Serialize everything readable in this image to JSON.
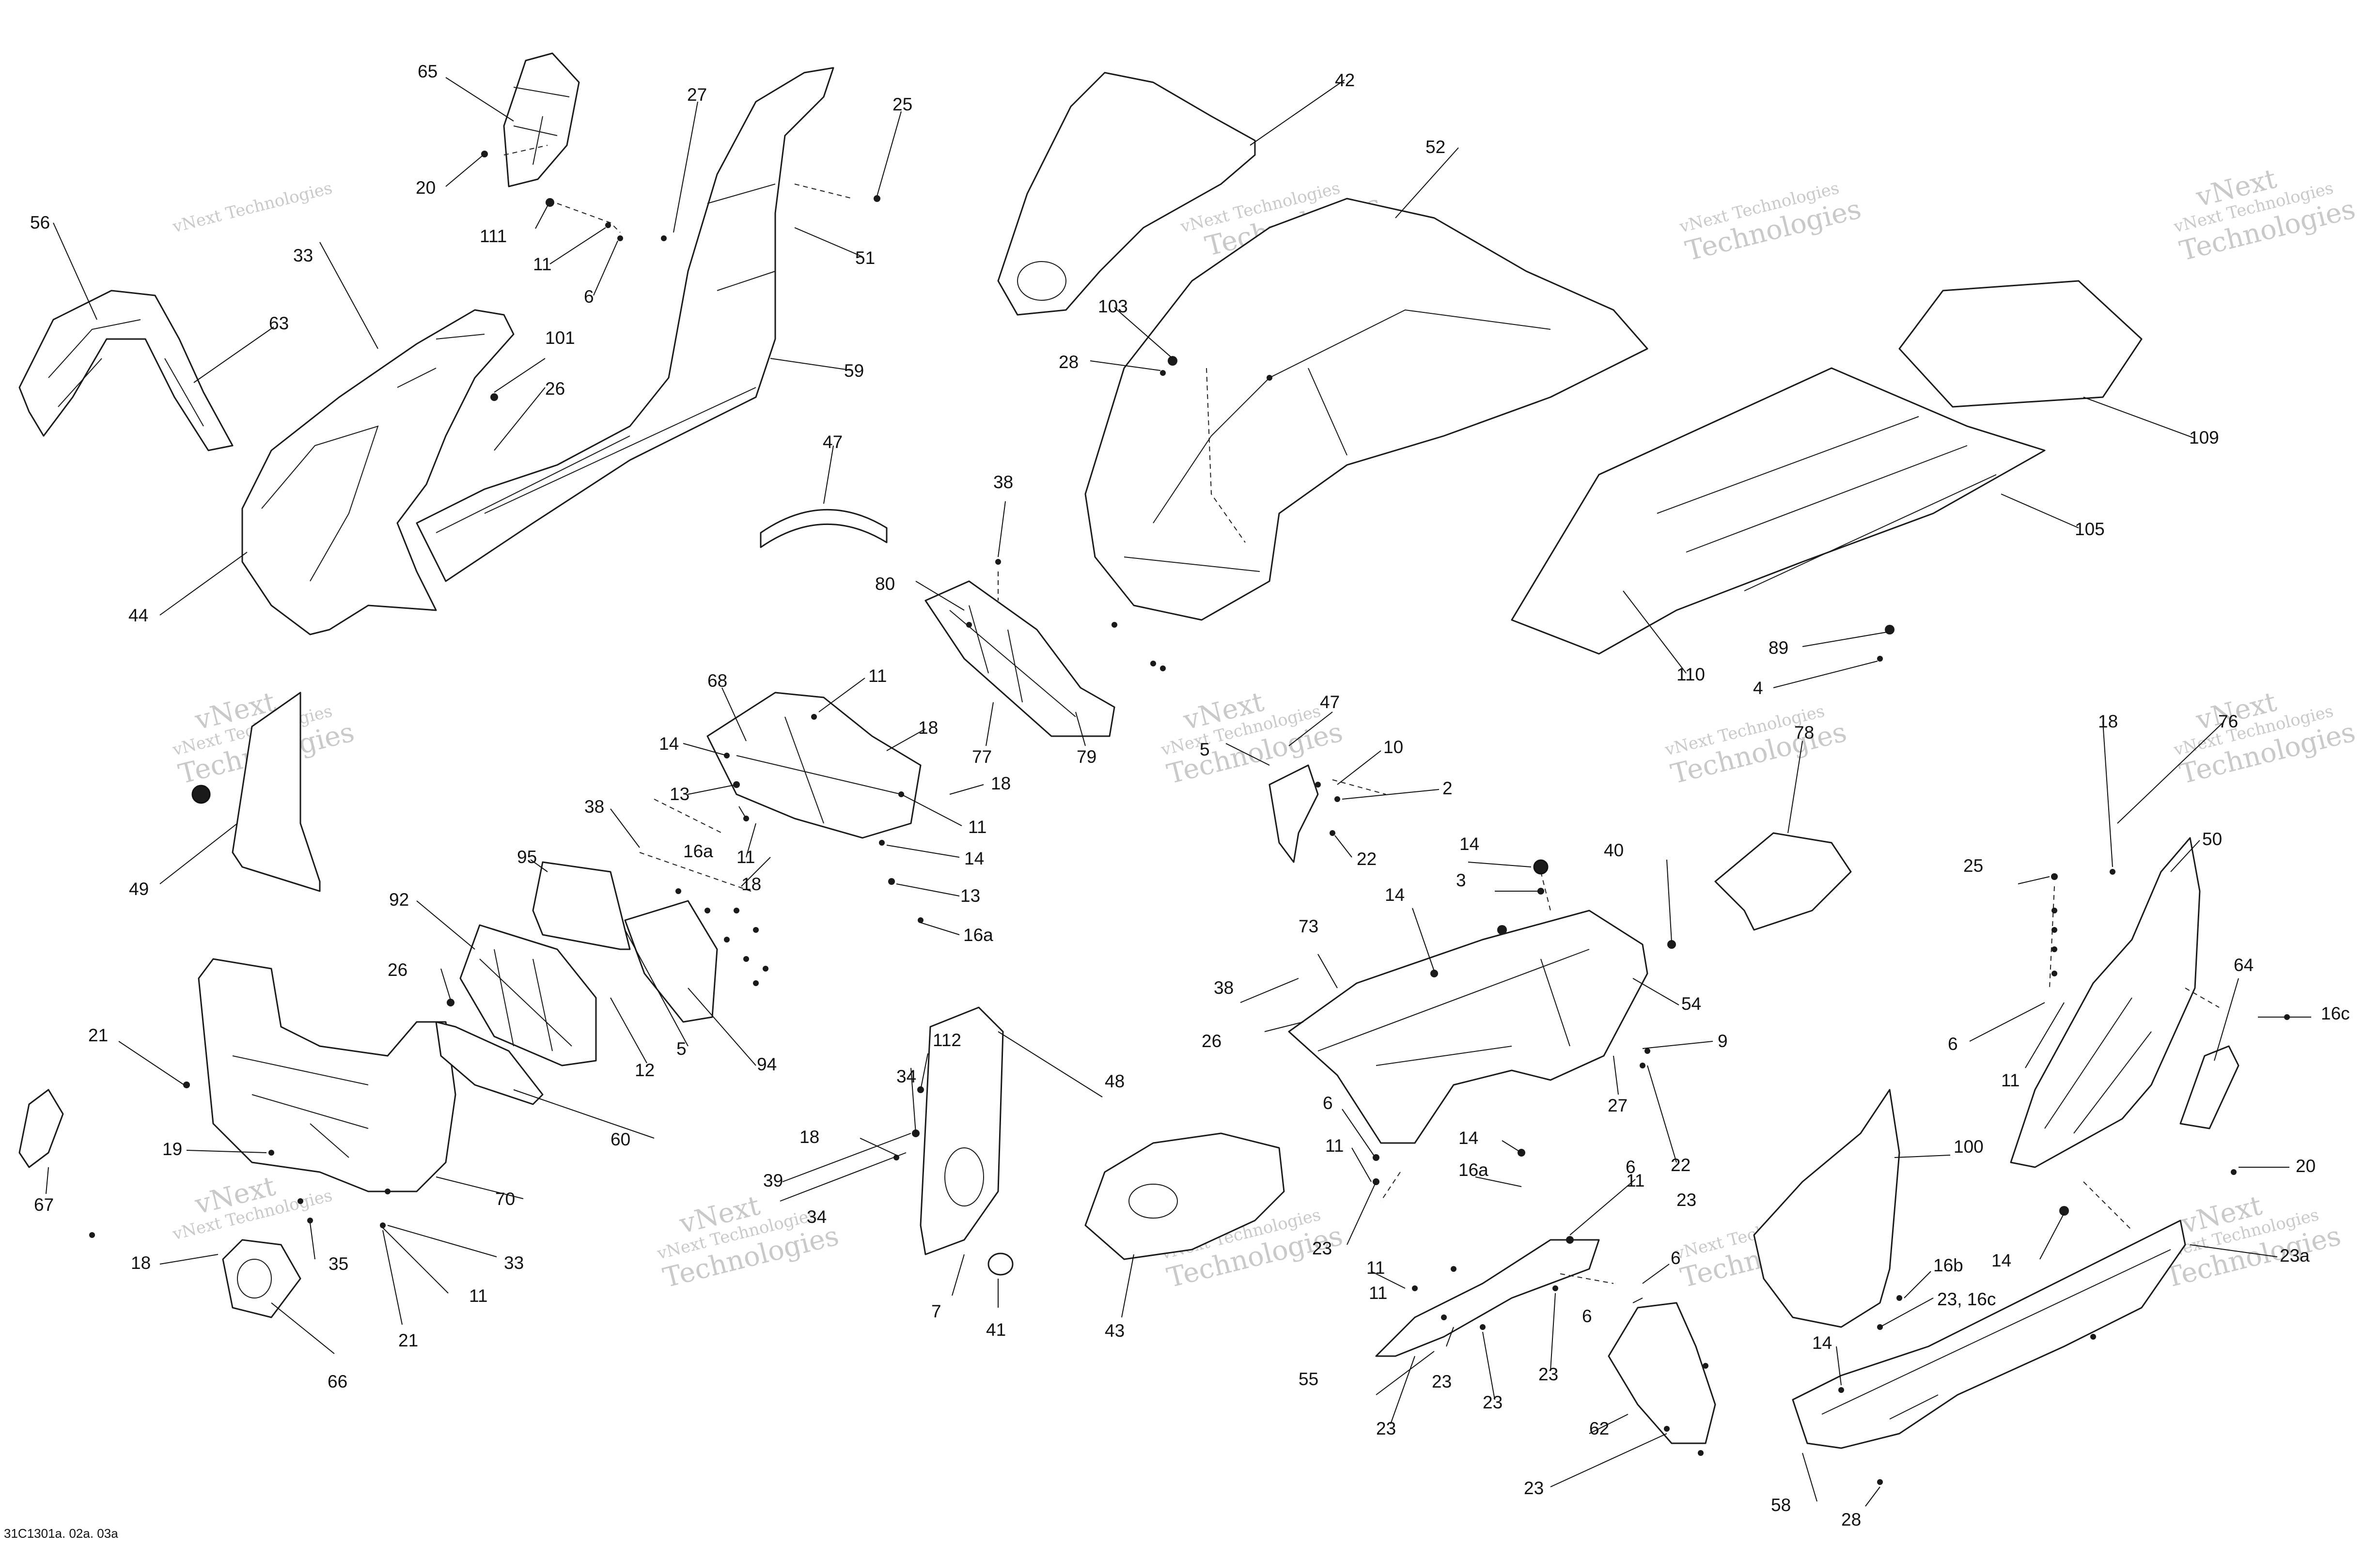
{
  "diagram_code": "31C1301a. 02a. 03a",
  "watermark": {
    "line1": "vNext Technologies",
    "line2": "vNext",
    "line3": "Technologies"
  },
  "callouts": [
    {
      "id": "c1",
      "text": "65"
    },
    {
      "id": "c2",
      "text": "27"
    },
    {
      "id": "c3",
      "text": "25"
    },
    {
      "id": "c4",
      "text": "20"
    },
    {
      "id": "c5",
      "text": "111"
    },
    {
      "id": "c6",
      "text": "11"
    },
    {
      "id": "c7",
      "text": "6"
    },
    {
      "id": "c8",
      "text": "56"
    },
    {
      "id": "c9",
      "text": "33"
    },
    {
      "id": "c10",
      "text": "51"
    },
    {
      "id": "c11",
      "text": "63"
    },
    {
      "id": "c12",
      "text": "101"
    },
    {
      "id": "c13",
      "text": "26"
    },
    {
      "id": "c14",
      "text": "59"
    },
    {
      "id": "c15",
      "text": "44"
    },
    {
      "id": "c16",
      "text": "47"
    },
    {
      "id": "c17",
      "text": "42"
    },
    {
      "id": "c18",
      "text": "52"
    },
    {
      "id": "c19",
      "text": "103"
    },
    {
      "id": "c20",
      "text": "28"
    },
    {
      "id": "c21",
      "text": "109"
    },
    {
      "id": "c22",
      "text": "105"
    },
    {
      "id": "c23",
      "text": "89"
    },
    {
      "id": "c24",
      "text": "4"
    },
    {
      "id": "c25",
      "text": "110"
    },
    {
      "id": "c26",
      "text": "38"
    },
    {
      "id": "c27",
      "text": "80"
    },
    {
      "id": "c28",
      "text": "77"
    },
    {
      "id": "c29",
      "text": "79"
    },
    {
      "id": "c30",
      "text": "68"
    },
    {
      "id": "c31",
      "text": "11"
    },
    {
      "id": "c32",
      "text": "14"
    },
    {
      "id": "c33",
      "text": "18"
    },
    {
      "id": "c34",
      "text": "13"
    },
    {
      "id": "c35",
      "text": "18"
    },
    {
      "id": "c36",
      "text": "11"
    },
    {
      "id": "c37",
      "text": "16a"
    },
    {
      "id": "c38",
      "text": "11"
    },
    {
      "id": "c39",
      "text": "14"
    },
    {
      "id": "c40",
      "text": "18"
    },
    {
      "id": "c41",
      "text": "13"
    },
    {
      "id": "c42",
      "text": "16a"
    },
    {
      "id": "c43",
      "text": "47"
    },
    {
      "id": "c44",
      "text": "5"
    },
    {
      "id": "c45",
      "text": "10"
    },
    {
      "id": "c46",
      "text": "2"
    },
    {
      "id": "c47",
      "text": "22"
    },
    {
      "id": "c48",
      "text": "78"
    },
    {
      "id": "c49",
      "text": "18"
    },
    {
      "id": "c50",
      "text": "76"
    },
    {
      "id": "c51",
      "text": "49"
    },
    {
      "id": "c52",
      "text": "38"
    },
    {
      "id": "c53",
      "text": "95"
    },
    {
      "id": "c54",
      "text": "92"
    },
    {
      "id": "c55",
      "text": "26"
    },
    {
      "id": "c56",
      "text": "12"
    },
    {
      "id": "c57",
      "text": "5"
    },
    {
      "id": "c58",
      "text": "94"
    },
    {
      "id": "c59",
      "text": "60"
    },
    {
      "id": "c60",
      "text": "21"
    },
    {
      "id": "c61",
      "text": "19"
    },
    {
      "id": "c62",
      "text": "70"
    },
    {
      "id": "c63",
      "text": "67"
    },
    {
      "id": "c64",
      "text": "18"
    },
    {
      "id": "c65",
      "text": "35"
    },
    {
      "id": "c66",
      "text": "33"
    },
    {
      "id": "c67",
      "text": "11"
    },
    {
      "id": "c68",
      "text": "21"
    },
    {
      "id": "c69",
      "text": "66"
    },
    {
      "id": "c70",
      "text": "112"
    },
    {
      "id": "c71",
      "text": "34"
    },
    {
      "id": "c72",
      "text": "48"
    },
    {
      "id": "c73",
      "text": "18"
    },
    {
      "id": "c74",
      "text": "39"
    },
    {
      "id": "c75",
      "text": "34"
    },
    {
      "id": "c76",
      "text": "7"
    },
    {
      "id": "c77",
      "text": "41"
    },
    {
      "id": "c78",
      "text": "43"
    },
    {
      "id": "c79",
      "text": "14"
    },
    {
      "id": "c80",
      "text": "3"
    },
    {
      "id": "c81",
      "text": "40"
    },
    {
      "id": "c82",
      "text": "14"
    },
    {
      "id": "c83",
      "text": "73"
    },
    {
      "id": "c84",
      "text": "38"
    },
    {
      "id": "c85",
      "text": "54"
    },
    {
      "id": "c86",
      "text": "26"
    },
    {
      "id": "c87",
      "text": "9"
    },
    {
      "id": "c88",
      "text": "6"
    },
    {
      "id": "c89",
      "text": "27"
    },
    {
      "id": "c90",
      "text": "22"
    },
    {
      "id": "c91",
      "text": "11"
    },
    {
      "id": "c92",
      "text": "14"
    },
    {
      "id": "c93",
      "text": "16a"
    },
    {
      "id": "c94",
      "text": "23"
    },
    {
      "id": "c95",
      "text": "6"
    },
    {
      "id": "c96",
      "text": "11"
    },
    {
      "id": "c97",
      "text": "23"
    },
    {
      "id": "c98",
      "text": "11"
    },
    {
      "id": "c99",
      "text": "6"
    },
    {
      "id": "c100",
      "text": "11"
    },
    {
      "id": "c101",
      "text": "6"
    },
    {
      "id": "c102",
      "text": "55"
    },
    {
      "id": "c103",
      "text": "23"
    },
    {
      "id": "c104",
      "text": "23"
    },
    {
      "id": "c105",
      "text": "23"
    },
    {
      "id": "c106",
      "text": "23"
    },
    {
      "id": "c107",
      "text": "62"
    },
    {
      "id": "c108",
      "text": "23"
    },
    {
      "id": "c109",
      "text": "25"
    },
    {
      "id": "c110",
      "text": "50"
    },
    {
      "id": "c111",
      "text": "64"
    },
    {
      "id": "c112",
      "text": "16c"
    },
    {
      "id": "c113",
      "text": "6"
    },
    {
      "id": "c114",
      "text": "11"
    },
    {
      "id": "c115",
      "text": "20"
    },
    {
      "id": "c116",
      "text": "100"
    },
    {
      "id": "c117",
      "text": "16b"
    },
    {
      "id": "c118",
      "text": "23, 16c"
    },
    {
      "id": "c119",
      "text": "14"
    },
    {
      "id": "c120",
      "text": "23a"
    },
    {
      "id": "c121",
      "text": "14"
    },
    {
      "id": "c122",
      "text": "58"
    },
    {
      "id": "c123",
      "text": "28"
    }
  ]
}
